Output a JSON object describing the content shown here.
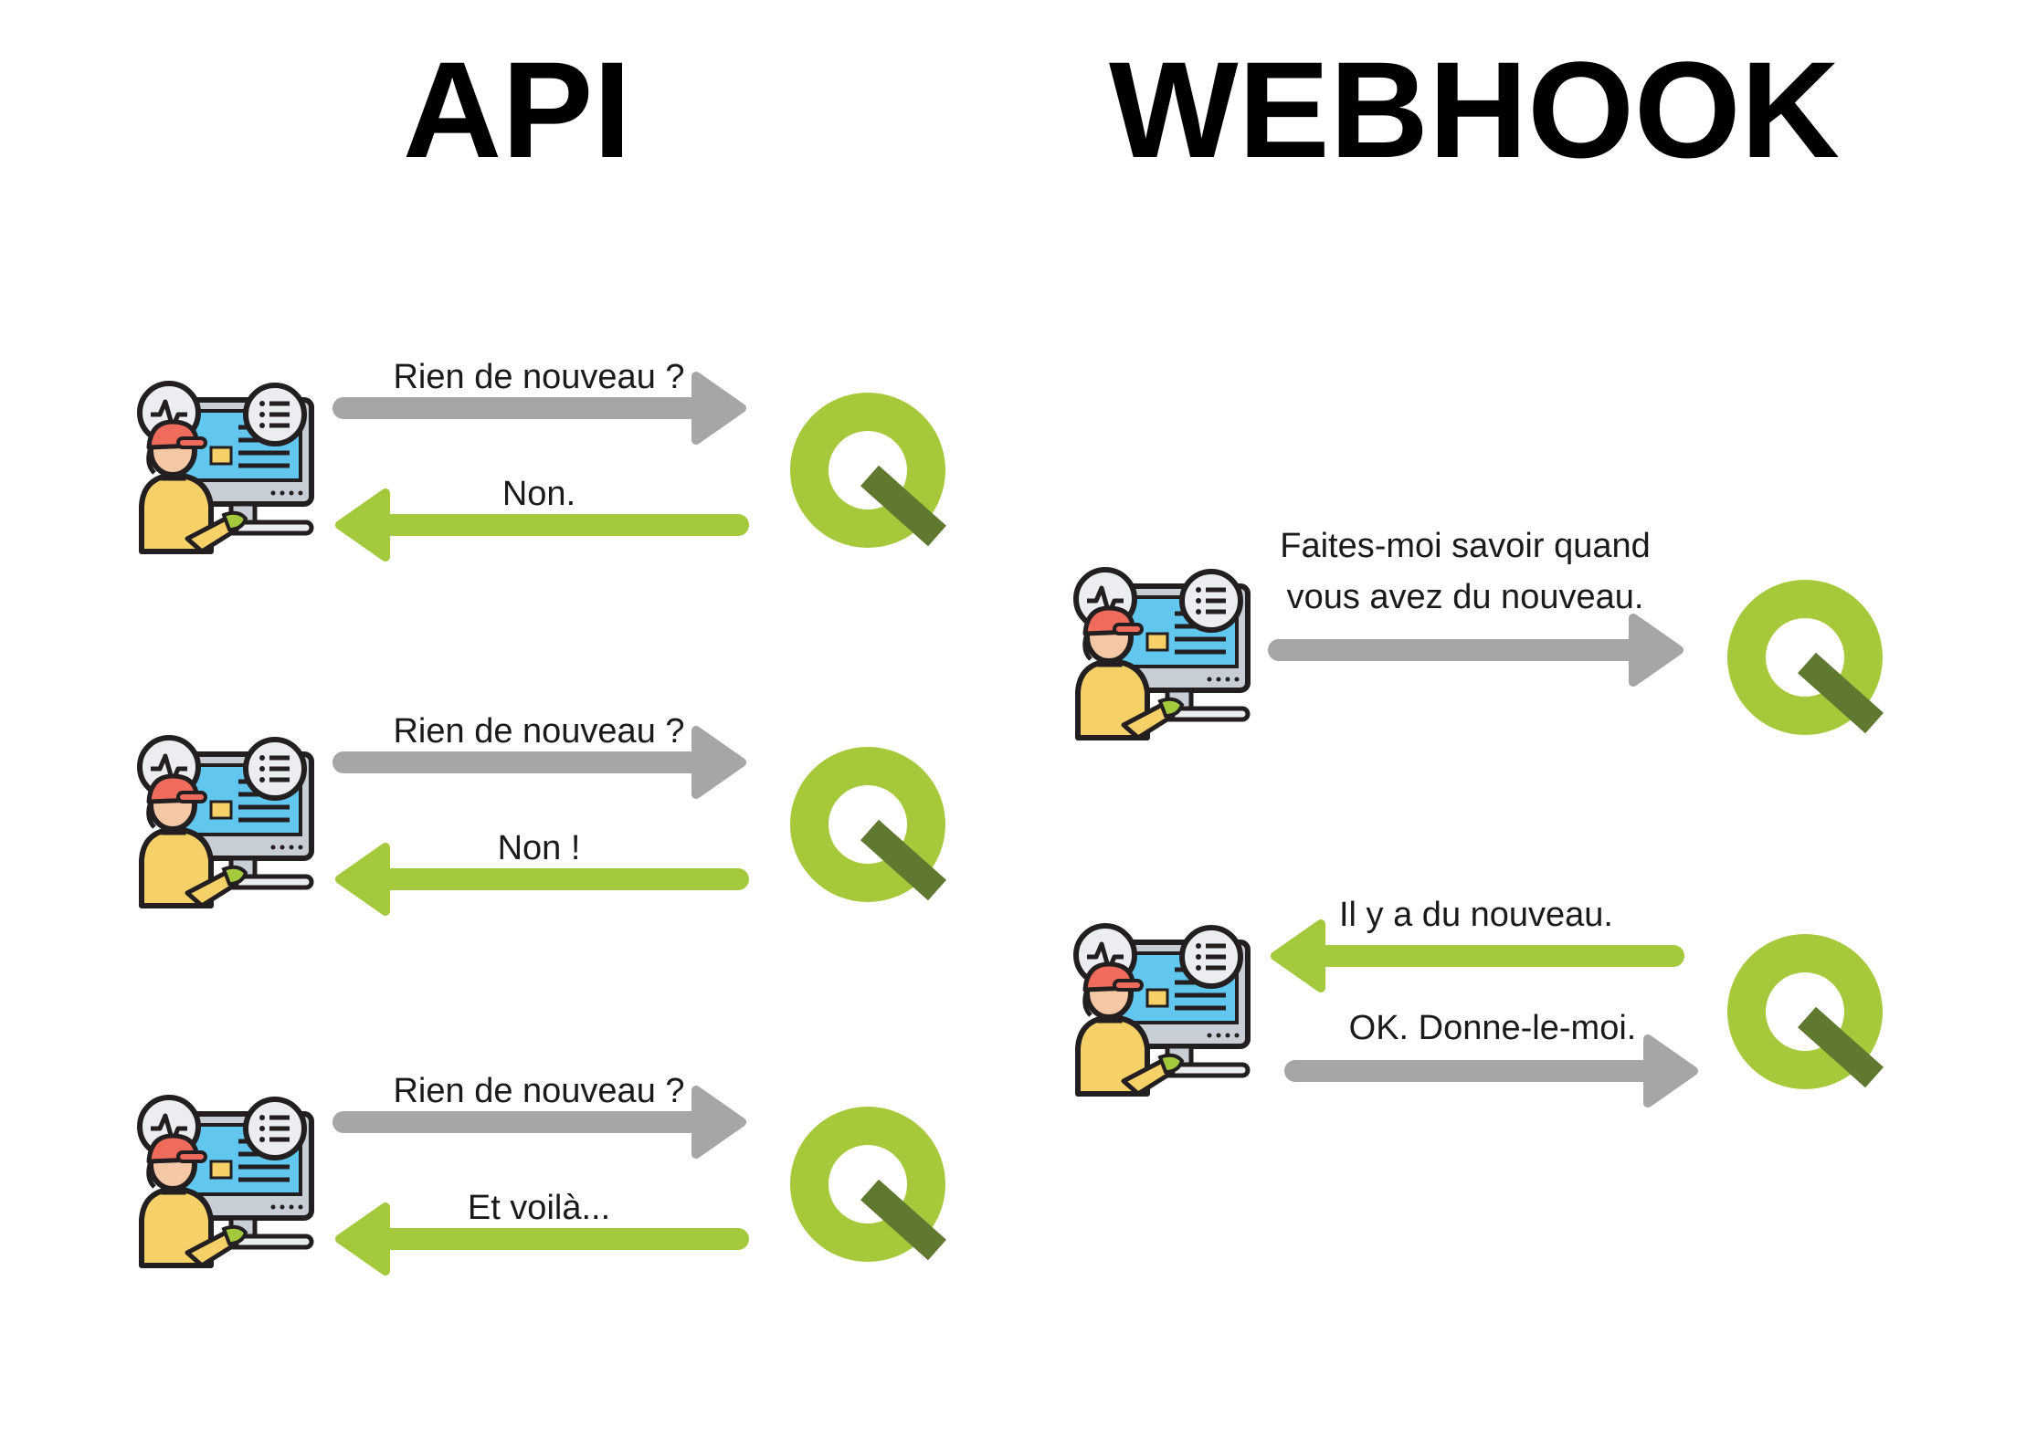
{
  "colors": {
    "gray_arrow": "#a6a6a6",
    "green_arrow": "#a3c93d",
    "q_ring": "#a6c93c",
    "q_tail": "#5f7a30",
    "outline": "#231f20",
    "monitor_screen": "#62c7ee",
    "monitor_body": "#c8ced6",
    "shirt": "#f6d167",
    "cap": "#ef6b5b",
    "skin": "#f4c7a5",
    "badge": "#ecedf0"
  },
  "titles": {
    "api": "API",
    "webhook": "WEBHOOK"
  },
  "api": {
    "exchanges": [
      {
        "request": "Rien de nouveau ?",
        "response": "Non."
      },
      {
        "request": "Rien de nouveau ?",
        "response": "Non !"
      },
      {
        "request": "Rien de nouveau ?",
        "response": "Et voilà..."
      }
    ]
  },
  "webhook": {
    "subscribe": {
      "line1": "Faites-moi savoir quand",
      "line2": "vous avez du nouveau."
    },
    "notify": "Il y a du nouveau.",
    "fetch": "OK. Donne-le-moi."
  },
  "icons": {
    "client": "developer-at-computer-icon",
    "server": "q-logo-icon"
  }
}
